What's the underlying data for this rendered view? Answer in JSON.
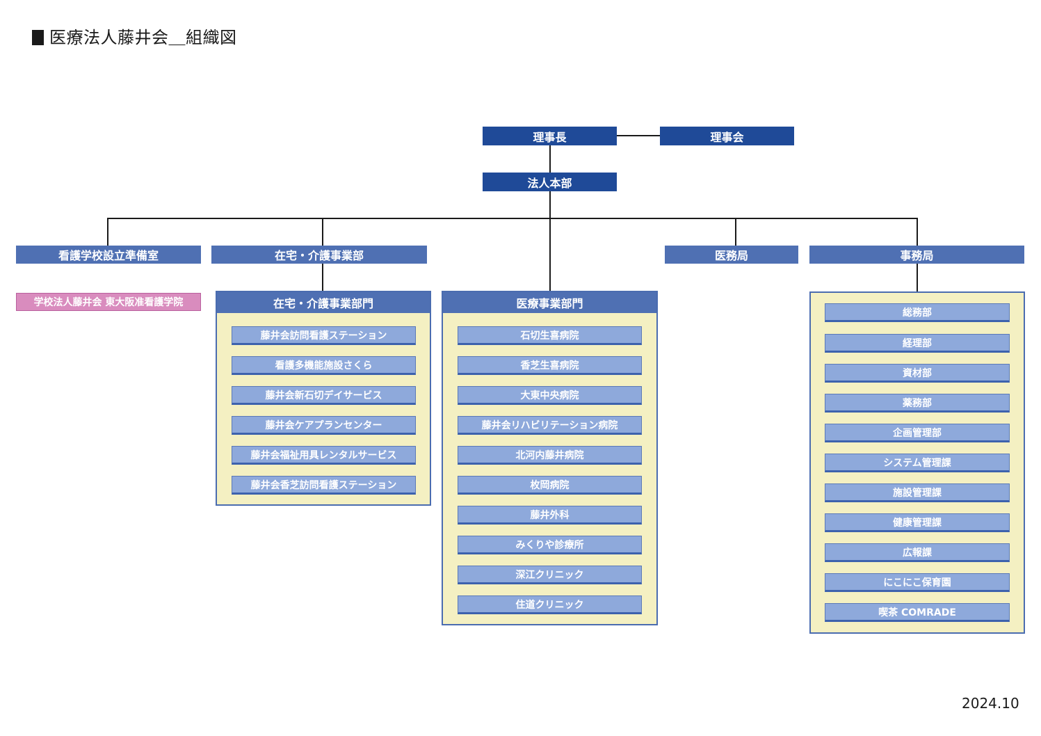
{
  "title": "医療法人藤井会＿組織図",
  "date": "2024.10",
  "colors": {
    "dark_box": "#1f4a98",
    "mid_box": "#4f70b3",
    "item_box": "#8ea9db",
    "panel_bg": "#f4f0c2",
    "pink_box": "#d98cbe"
  },
  "top": {
    "chairman": "理事長",
    "board": "理事会",
    "headquarters": "法人本部"
  },
  "departments": {
    "nursing_school_prep": "看護学校設立準備室",
    "home_care": "在宅・介護事業部",
    "medical_affairs": "医務局",
    "admin": "事務局"
  },
  "school": "学校法人藤井会 東大阪准看護学院",
  "home_care_division": {
    "title": "在宅・介護事業部門",
    "items": [
      "藤井会訪問看護ステーション",
      "看護多機能施設さくら",
      "藤井会新石切デイサービス",
      "藤井会ケアプランセンター",
      "藤井会福祉用具レンタルサービス",
      "藤井会香芝訪問看護ステーション"
    ]
  },
  "medical_division": {
    "title": "医療事業部門",
    "items": [
      "石切生喜病院",
      "香芝生喜病院",
      "大東中央病院",
      "藤井会リハビリテーション病院",
      "北河内藤井病院",
      "枚岡病院",
      "藤井外科",
      "みくりや診療所",
      "深江クリニック",
      "住道クリニック"
    ]
  },
  "admin_division": {
    "items": [
      "総務部",
      "経理部",
      "資材部",
      "薬務部",
      "企画管理部",
      "システム管理課",
      "施設管理課",
      "健康管理課",
      "広報課",
      "にこにこ保育園",
      "喫茶 COMRADE"
    ]
  }
}
